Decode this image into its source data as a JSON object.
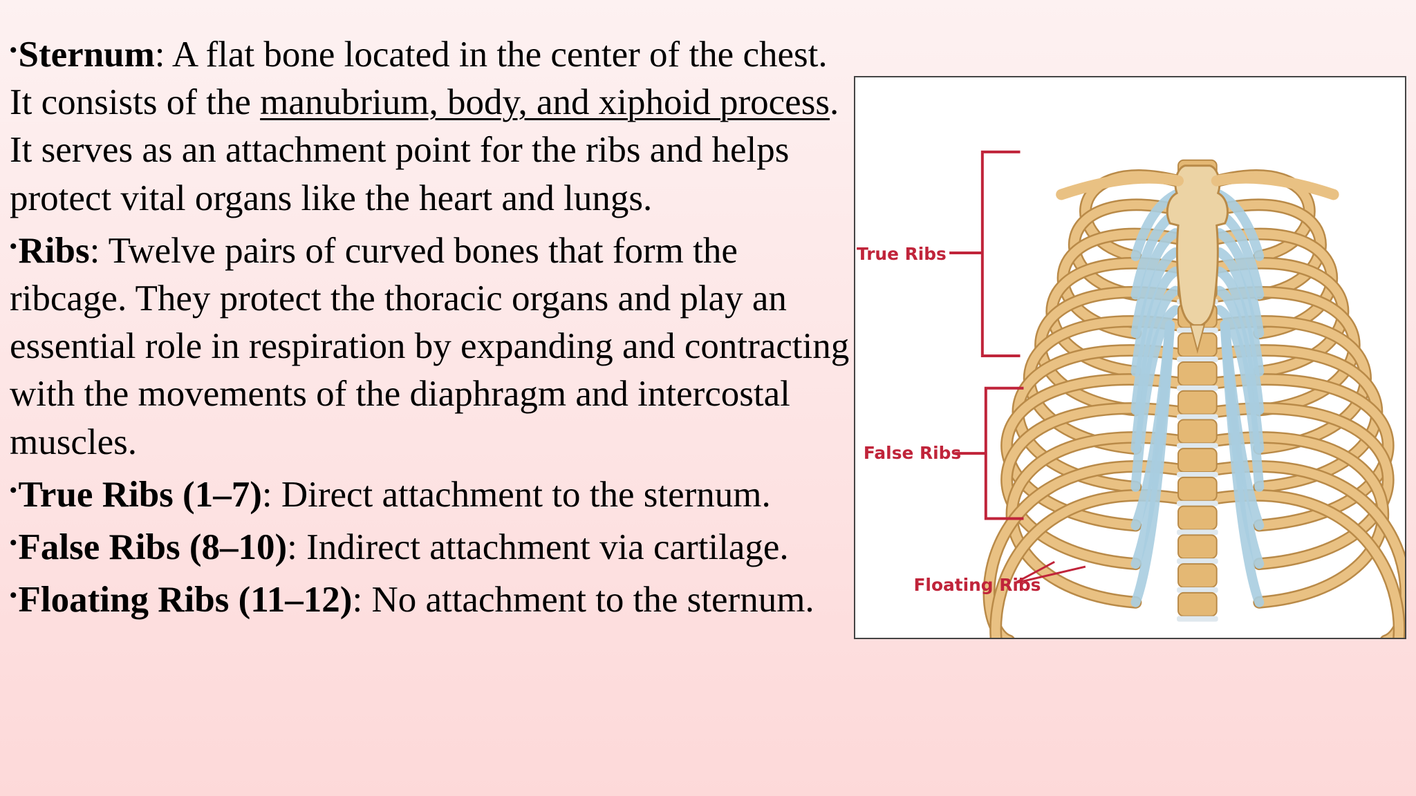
{
  "content": {
    "bullet_symbol": "•",
    "sternum": {
      "term": "Sternum",
      "sep": ": ",
      "text_before": "A flat bone located in the center of the chest. It consists of the ",
      "underlined": "manubrium, body, and xiphoid process",
      "text_after": ". It serves as an attachment point for the ribs and helps protect vital organs like the heart and lungs."
    },
    "ribs": {
      "term": "Ribs",
      "sep": ": ",
      "text": "Twelve pairs of curved bones that form the ribcage. They protect the thoracic organs and play an essential role in respiration by expanding and contracting with the movements of the diaphragm and intercostal muscles."
    },
    "true_ribs": {
      "term": "True Ribs (1–7)",
      "sep": ": ",
      "text": "Direct attachment to the sternum."
    },
    "false_ribs": {
      "term": "False Ribs (8–10)",
      "sep": ": ",
      "text": "Indirect attachment via cartilage."
    },
    "floating_ribs": {
      "term": "Floating Ribs (11–12)",
      "sep": ": ",
      "text": "No attachment to the sternum."
    }
  },
  "figure": {
    "labels": {
      "true_ribs": "True Ribs",
      "false_ribs": "False Ribs",
      "floating_ribs": "Floating Ribs"
    },
    "colors": {
      "bone": "#e9c183",
      "bone_outline": "#b98a48",
      "cartilage": "#a9cde0",
      "label": "#c0243a"
    }
  }
}
